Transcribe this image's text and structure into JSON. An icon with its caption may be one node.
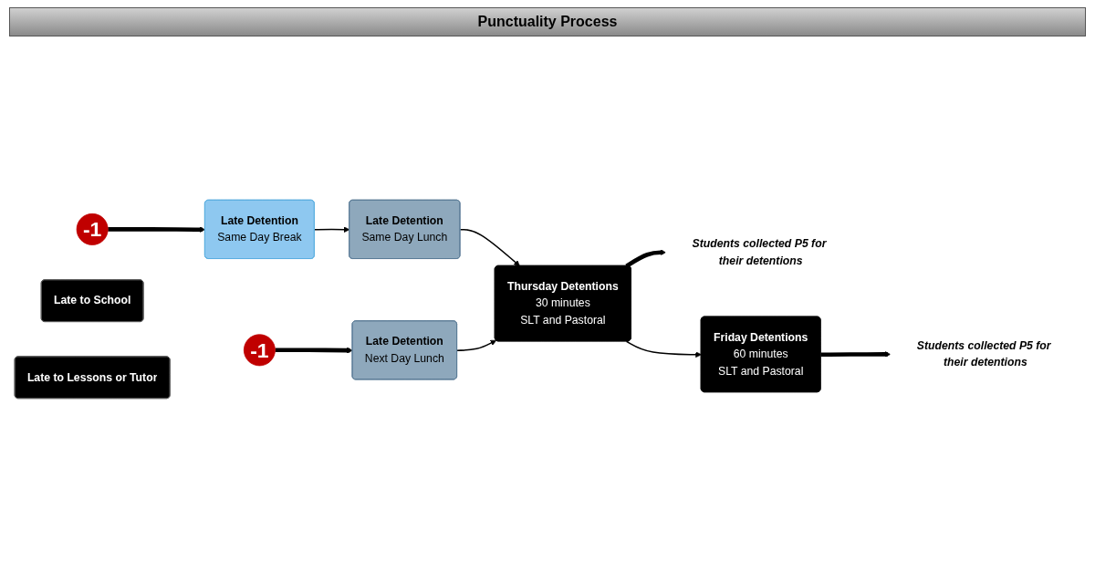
{
  "diagram": {
    "title": "Punctuality Process",
    "nodes": [
      {
        "text": [
          "-1"
        ]
      },
      {
        "text": [
          "Late to School"
        ]
      },
      {
        "text": [
          "Late Detention",
          "Same Day Break"
        ]
      },
      {
        "text": [
          "Late Detention",
          "Same Day Lunch"
        ]
      },
      {
        "text": [
          "Thursday Detentions",
          "30 minutes",
          "SLT and Pastoral"
        ]
      },
      {
        "text": [
          "Students collected P5 for their detentions"
        ]
      },
      {
        "text": [
          "Friday Detentions",
          "60 minutes",
          "SLT and Pastoral"
        ]
      },
      {
        "text": [
          "Students collected P5 for their detentions"
        ]
      },
      {
        "text": [
          "-1"
        ]
      },
      {
        "text": [
          "Late to Lessons or Tutor"
        ]
      },
      {
        "text": [
          "Late Detention",
          "Next Day Lunch"
        ]
      }
    ],
    "edges": [
      {
        "from": 0,
        "to": 2,
        "arrow": "to",
        "style": "thick"
      },
      {
        "from": 2,
        "to": 3,
        "arrow": "to"
      },
      {
        "from": 3,
        "to": 4,
        "arrow": "to"
      },
      {
        "from": 10,
        "to": 4,
        "arrow": "to"
      },
      {
        "from": 4,
        "to": 6,
        "arrow": "to"
      },
      {
        "from": 4,
        "to": 5,
        "arrow": "to",
        "style": "thick"
      },
      {
        "from": 6,
        "to": 7,
        "arrow": "to",
        "style": "thick"
      },
      {
        "from": 8,
        "to": 10,
        "arrow": "to",
        "style": "thick"
      }
    ]
  }
}
